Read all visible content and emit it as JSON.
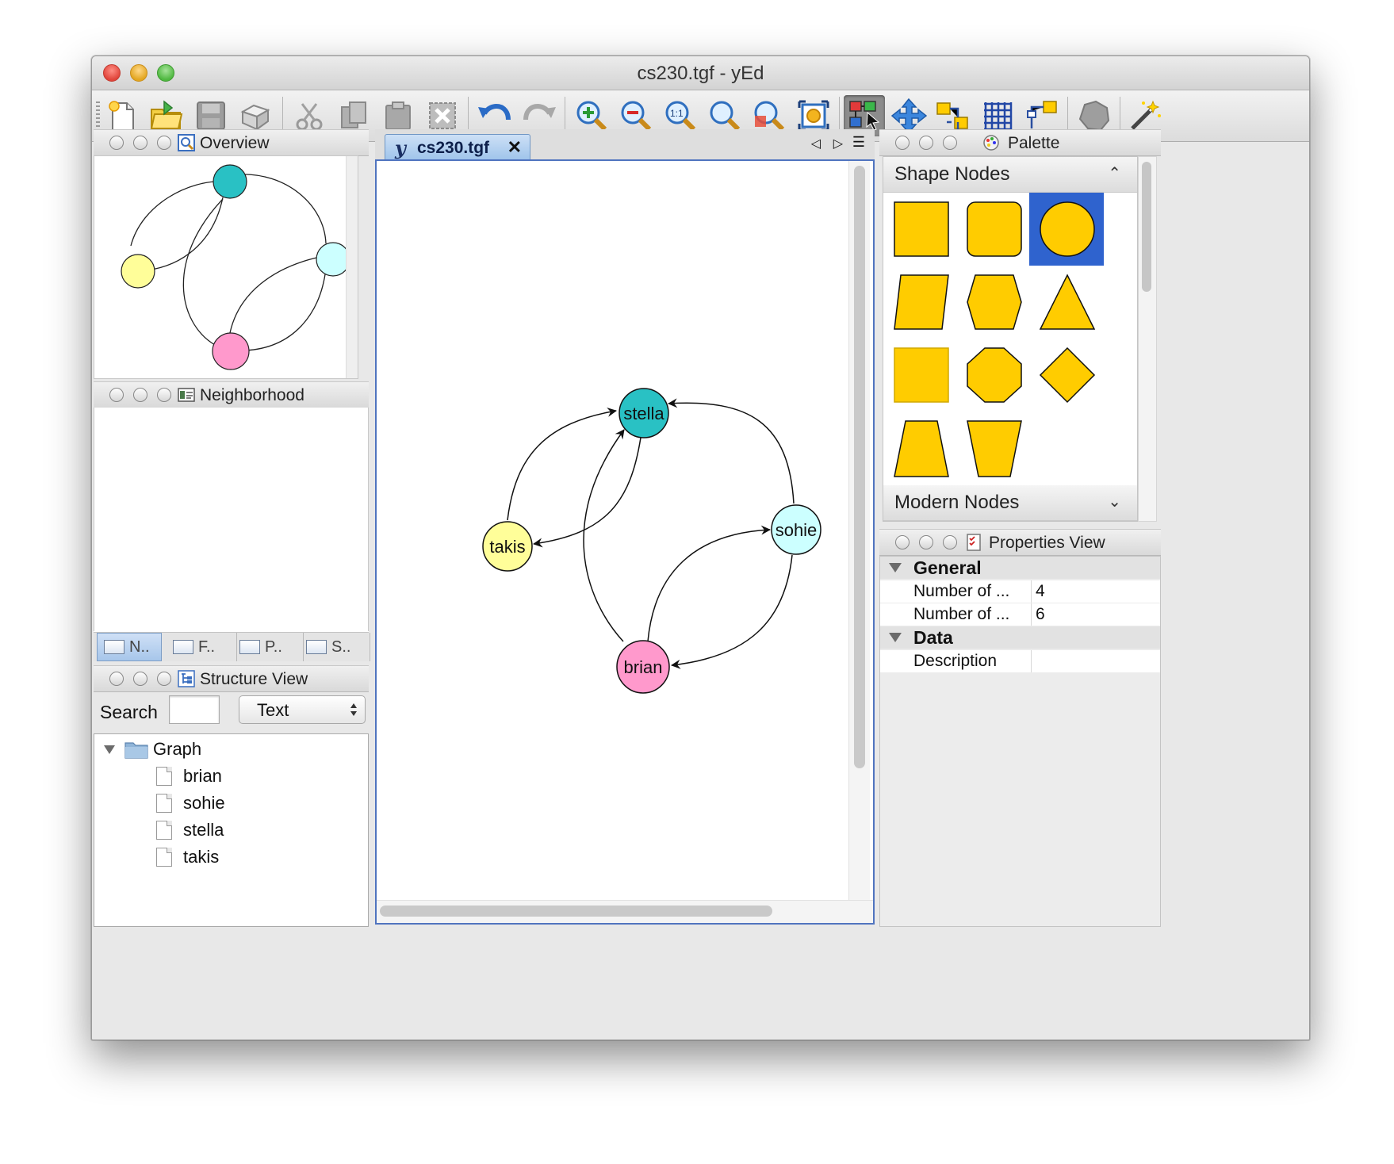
{
  "window": {
    "title": "cs230.tgf - yEd"
  },
  "toolbar": {
    "buttons": [
      "new-document",
      "open-file",
      "save",
      "export",
      "cut",
      "copy",
      "paste",
      "delete",
      "undo",
      "redo",
      "zoom-in",
      "zoom-out",
      "zoom-1-1",
      "zoom-fit",
      "zoom-area",
      "fit-content",
      "edit-mode",
      "move-mode",
      "layout",
      "grid",
      "orthogonal-edges",
      "group",
      "wizard"
    ]
  },
  "overview": {
    "title": "Overview"
  },
  "neighborhood": {
    "title": "Neighborhood",
    "tabs": [
      "N..",
      "F..",
      "P..",
      "S.."
    ]
  },
  "structure": {
    "title": "Structure View",
    "search_label": "Search",
    "search_value": "",
    "filter_value": "Text",
    "root": "Graph",
    "items": [
      "brian",
      "sohie",
      "stella",
      "takis"
    ]
  },
  "document": {
    "tab_label": "cs230.tgf",
    "nodes": [
      {
        "id": "stella",
        "label": "stella",
        "color": "#29C1C4"
      },
      {
        "id": "takis",
        "label": "takis",
        "color": "#FFFE99"
      },
      {
        "id": "sohie",
        "label": "sohie",
        "color": "#CCFFFF"
      },
      {
        "id": "brian",
        "label": "brian",
        "color": "#FF99CC"
      }
    ],
    "edges": [
      {
        "from": "takis",
        "to": "stella"
      },
      {
        "from": "stella",
        "to": "takis"
      },
      {
        "from": "brian",
        "to": "stella"
      },
      {
        "from": "sohie",
        "to": "stella"
      },
      {
        "from": "brian",
        "to": "sohie"
      },
      {
        "from": "sohie",
        "to": "brian"
      }
    ]
  },
  "palette": {
    "title": "Palette",
    "section1": "Shape Nodes",
    "section2": "Modern Nodes",
    "shape_color": "#FFCC00",
    "selected_color": "#2F63CE"
  },
  "properties": {
    "title": "Properties View",
    "groups": [
      {
        "name": "General",
        "rows": [
          {
            "key": "Number of ...",
            "value": "4"
          },
          {
            "key": "Number of ...",
            "value": "6"
          }
        ]
      },
      {
        "name": "Data",
        "rows": [
          {
            "key": "Description",
            "value": ""
          }
        ]
      }
    ]
  }
}
